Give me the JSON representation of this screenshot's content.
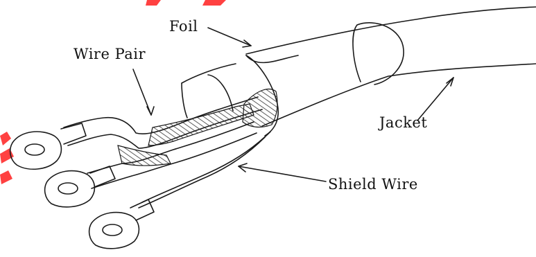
{
  "labels": {
    "foil": "Foil",
    "wire_pair": "Wire Pair",
    "jacket": "Jacket",
    "shield_wire": "Shield Wire"
  },
  "colors": {
    "line": "#1a1a1a",
    "hatch": "#333333",
    "watermark": "#ff2020",
    "background": "#ffffff"
  }
}
